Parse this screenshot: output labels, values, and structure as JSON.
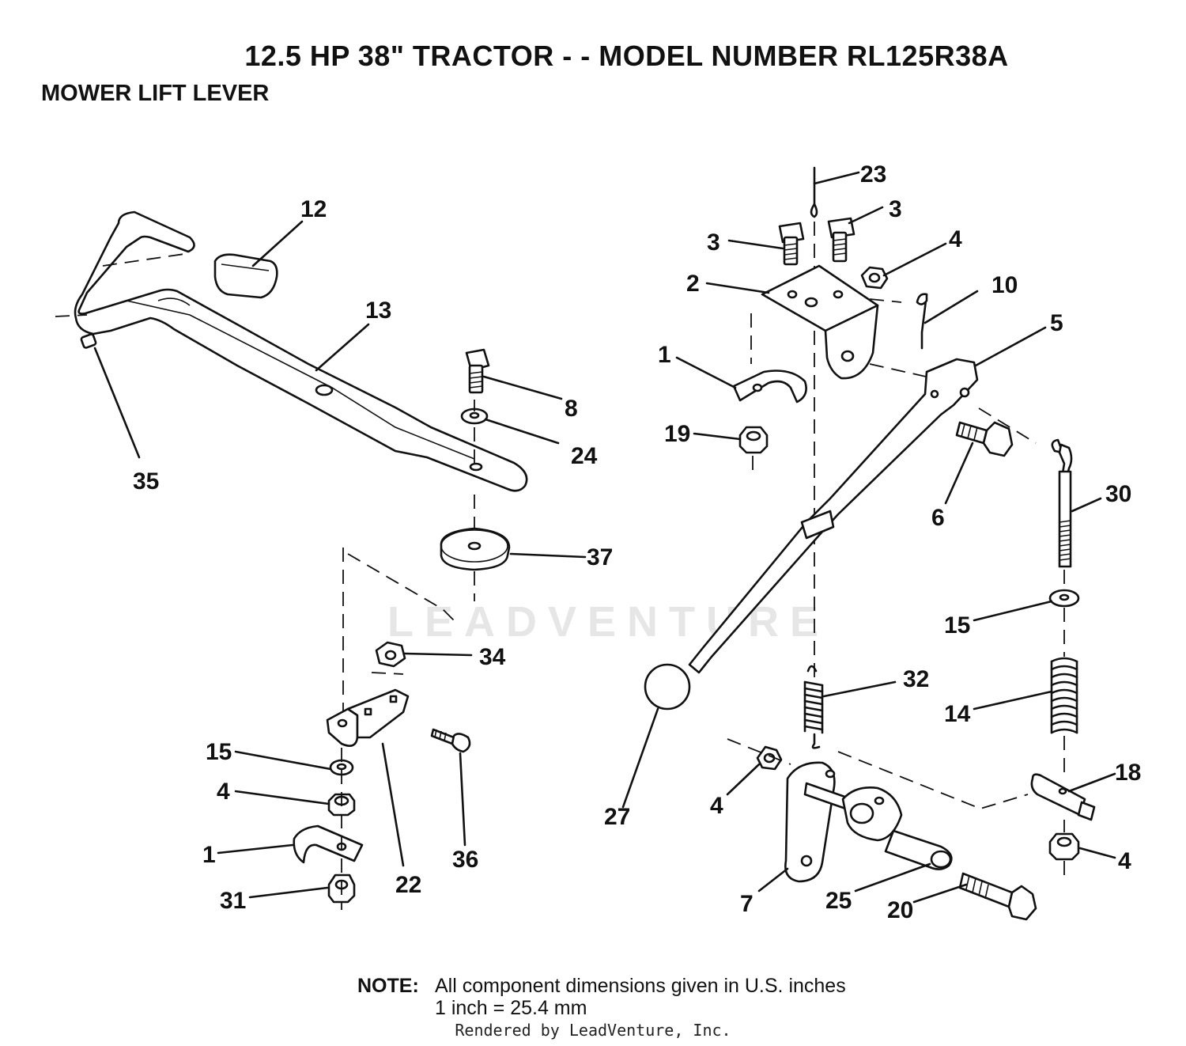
{
  "title": "12.5 HP 38\" TRACTOR - - MODEL NUMBER RL125R38A",
  "subtitle": "MOWER LIFT LEVER",
  "callouts": [
    {
      "id": "c12",
      "label": "12"
    },
    {
      "id": "c13",
      "label": "13"
    },
    {
      "id": "c35",
      "label": "35"
    },
    {
      "id": "c8",
      "label": "8"
    },
    {
      "id": "c24",
      "label": "24"
    },
    {
      "id": "c37",
      "label": "37"
    },
    {
      "id": "c34",
      "label": "34"
    },
    {
      "id": "c15a",
      "label": "15"
    },
    {
      "id": "c4a",
      "label": "4"
    },
    {
      "id": "c1a",
      "label": "1"
    },
    {
      "id": "c31",
      "label": "31"
    },
    {
      "id": "c22",
      "label": "22"
    },
    {
      "id": "c36",
      "label": "36"
    },
    {
      "id": "c23",
      "label": "23"
    },
    {
      "id": "c3a",
      "label": "3"
    },
    {
      "id": "c3b",
      "label": "3"
    },
    {
      "id": "c4b",
      "label": "4"
    },
    {
      "id": "c2",
      "label": "2"
    },
    {
      "id": "c10",
      "label": "10"
    },
    {
      "id": "c5",
      "label": "5"
    },
    {
      "id": "c1b",
      "label": "1"
    },
    {
      "id": "c19",
      "label": "19"
    },
    {
      "id": "c6",
      "label": "6"
    },
    {
      "id": "c30",
      "label": "30"
    },
    {
      "id": "c15b",
      "label": "15"
    },
    {
      "id": "c32",
      "label": "32"
    },
    {
      "id": "c14",
      "label": "14"
    },
    {
      "id": "c27",
      "label": "27"
    },
    {
      "id": "c4c",
      "label": "4"
    },
    {
      "id": "c18",
      "label": "18"
    },
    {
      "id": "c4d",
      "label": "4"
    },
    {
      "id": "c7",
      "label": "7"
    },
    {
      "id": "c25",
      "label": "25"
    },
    {
      "id": "c20",
      "label": "20"
    }
  ],
  "note": {
    "label": "NOTE:",
    "line1": "All component dimensions given in U.S. inches",
    "line2": "1 inch = 25.4 mm"
  },
  "watermark": "LEADVENTURE",
  "credit": "Rendered by LeadVenture, Inc."
}
